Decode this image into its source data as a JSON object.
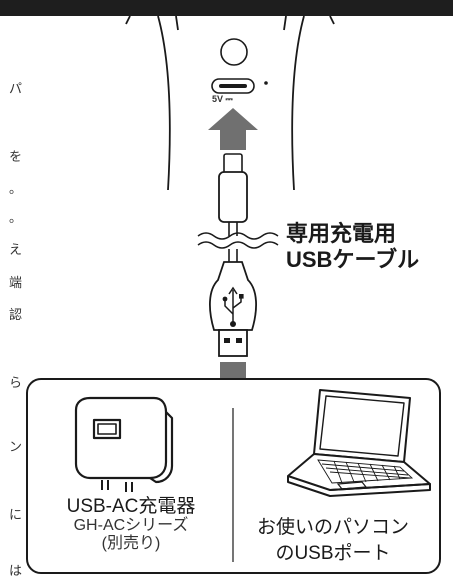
{
  "side_text": [
    "パ",
    "を",
    "。",
    "。",
    "え",
    "端",
    "認",
    "ら",
    "ン",
    "に",
    "は"
  ],
  "port_label": "5V ⎓",
  "cable_label": [
    "専用充電用",
    "USBケーブル"
  ],
  "adapter_label": [
    "USB-AC充電器",
    "GH-ACシリーズ",
    "(別売り)"
  ],
  "pc_label": [
    "お使いのパソコン",
    "のUSBポート"
  ],
  "colors": {
    "ink": "#1a1a1a",
    "arrow": "#707070",
    "bar": "#1e1e1e",
    "panel_bg": "#f4f4f4"
  }
}
